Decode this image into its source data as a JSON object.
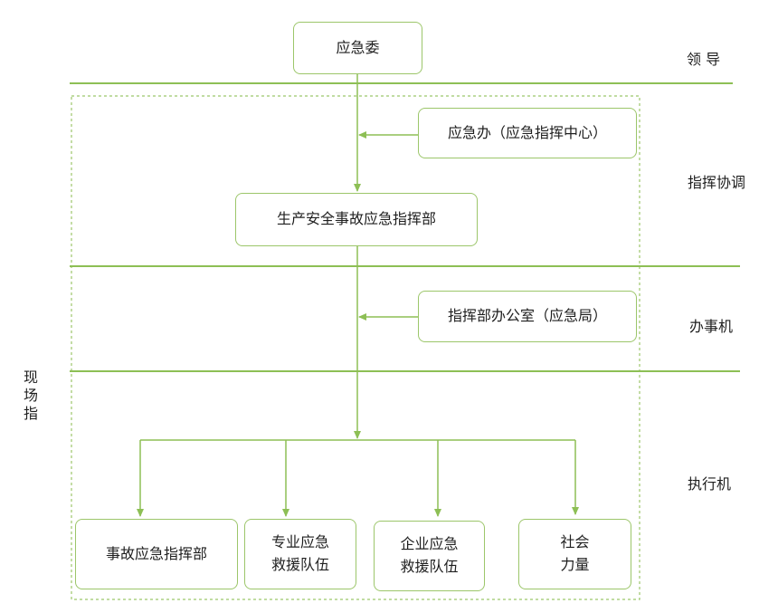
{
  "colors": {
    "line": "#8dbf55",
    "box_border": "#9cc66a",
    "dashed": "#9cc66a"
  },
  "nodes": {
    "emergency_committee": "应急委",
    "emergency_office": "应急办（应急指挥中心）",
    "production_safety_hq": "生产安全事故应急指挥部",
    "hq_office": "指挥部办公室（应急局）",
    "accident_hq": "事故应急指挥部",
    "professional_team": "专业应急\n救援队伍",
    "enterprise_team": "企业应急\n救援队伍",
    "social_force": "社会\n力量"
  },
  "levels": {
    "leadership": "领 导",
    "command_coordination": "指挥协调",
    "office_agency": "办事机",
    "execution_agency": "执行机"
  },
  "side_label": "现\n场\n指"
}
